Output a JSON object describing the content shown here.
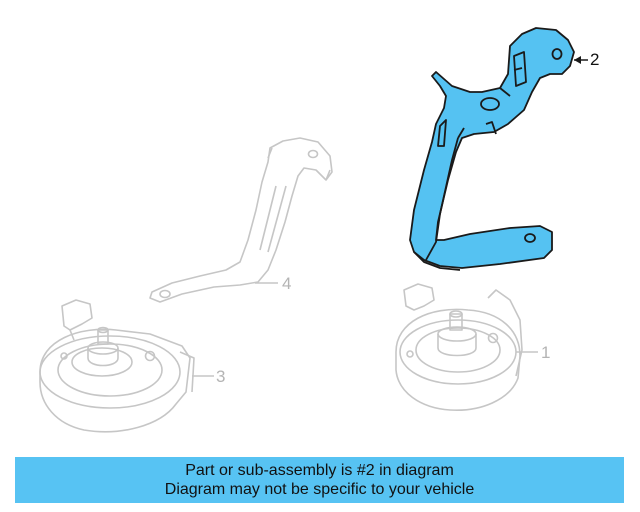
{
  "callouts": [
    {
      "id": "1",
      "label": "1",
      "highlighted": false
    },
    {
      "id": "2",
      "label": "2",
      "highlighted": true
    },
    {
      "id": "3",
      "label": "3",
      "highlighted": false
    },
    {
      "id": "4",
      "label": "4",
      "highlighted": false
    }
  ],
  "banner": {
    "line1": "Part or sub-assembly is #2 in diagram",
    "line2": "Diagram may not be specific to your vehicle"
  },
  "colors": {
    "highlight_fill": "#55c2f2",
    "highlight_stroke": "#1a1a1a",
    "faded_stroke": "#c6c6c6",
    "banner_bg": "#57c3f3"
  }
}
